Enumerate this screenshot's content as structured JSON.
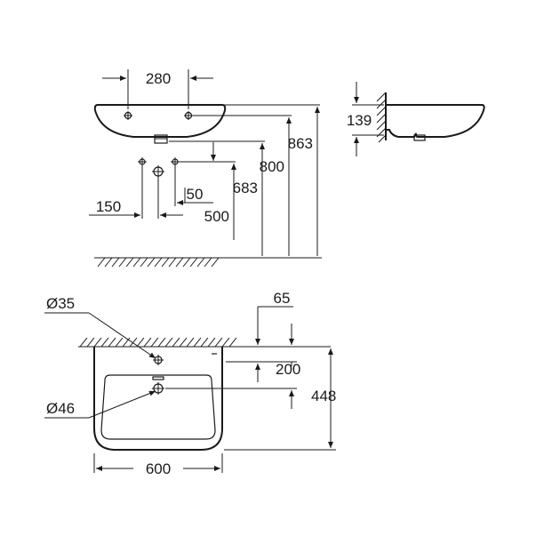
{
  "side_view": {
    "dim_280": "280",
    "dim_863": "863",
    "dim_800": "800",
    "dim_683": "683",
    "dim_500": "500",
    "dim_150": "150",
    "dim_50": "50"
  },
  "profile_view": {
    "dim_139": "139"
  },
  "front_view": {
    "dim_65": "65",
    "dim_200": "200",
    "dim_448": "448",
    "dim_600": "600",
    "dia_35": "Ø35",
    "dia_46": "Ø46"
  }
}
